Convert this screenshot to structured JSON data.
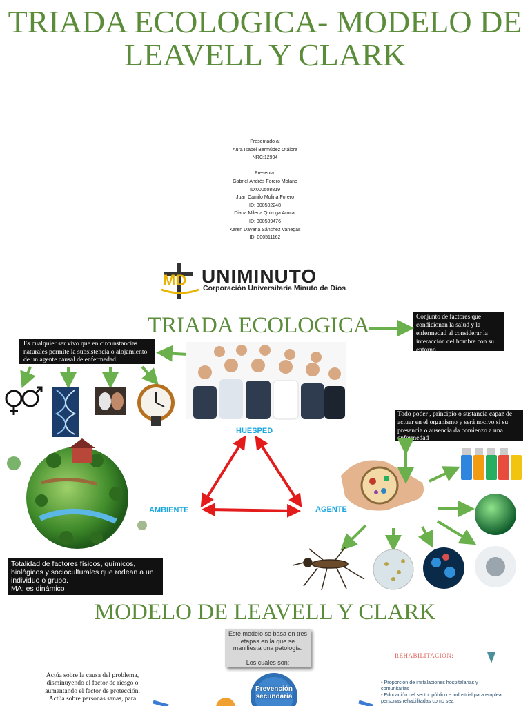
{
  "main_title": "TRIADA ECOLOGICA- MODELO DE LEAVELL Y CLARK",
  "credits": [
    "Presentado a:",
    "Aura Isabel Bermúdez Otálora",
    "NRC:12994",
    "",
    "Presenta:",
    "Gabriel Andrés Forero Molano",
    "ID:000508819",
    "Juan Camilo Molina Forero",
    "ID: 000502248",
    "Diana Milena Quiroga Aroca.",
    "ID: 000509476",
    "Karen Dayana Sánchez Vanegas",
    "ID: 000511162"
  ],
  "logo": {
    "brand": "UNIMINUTO",
    "subtitle": "Corporación Universitaria Minuto de Dios",
    "initials": "MD"
  },
  "triada": {
    "title": "TRIADA ECOLOGICA",
    "definition": "Conjunto de factores que condicionan la salud y la enfermedad al considerar la interacción del hombre con su entorno",
    "huesped_label": "HUESPED",
    "ambiente_label": "AMBIENTE",
    "agente_label": "AGENTE",
    "huesped_definition": "Es cualquier ser vivo que en circunstancias naturales permite la subsistencia o alojamiento de un agente causal de enfermedad.",
    "agente_definition": "Todo poder , principio o sustancia capaz de actuar en el organismo y será nocivo si su presencia o ausencia da comienzo a una enfermedad",
    "ambiente_definition": [
      "Totalidad de factores físicos, químicos, biológicos y socioculturales que rodean a un individuo o grupo.",
      "MA: es dinámico"
    ]
  },
  "leavell": {
    "title": "MODELO DE LEAVELL Y CLARK",
    "model_text": "Este modelo se basa en tres etapas en la que se manifiesta una patología.",
    "model_text_2": "Los cuales son:",
    "primary_text": "Actúa sobre la causa del problema, disminuyendo el factor de riesgo o aumentando el factor de protección. Actúa sobre personas sanas, para",
    "prevention_label": "Prevención secundaria",
    "rehab_title": "REHABILITACIÓN:",
    "rehab_items": [
      "Proporción de instalaciones hospitalarias y comunitarias",
      "Educación del sector público e industrial para emplear personas rehabilitadas como sea"
    ]
  },
  "colors": {
    "title_green": "#5b8c3a",
    "arrow_green": "#6ab04c",
    "triangle_red": "#e31b1b",
    "label_blue": "#1aa7df",
    "rehab_red": "#e0645a"
  }
}
